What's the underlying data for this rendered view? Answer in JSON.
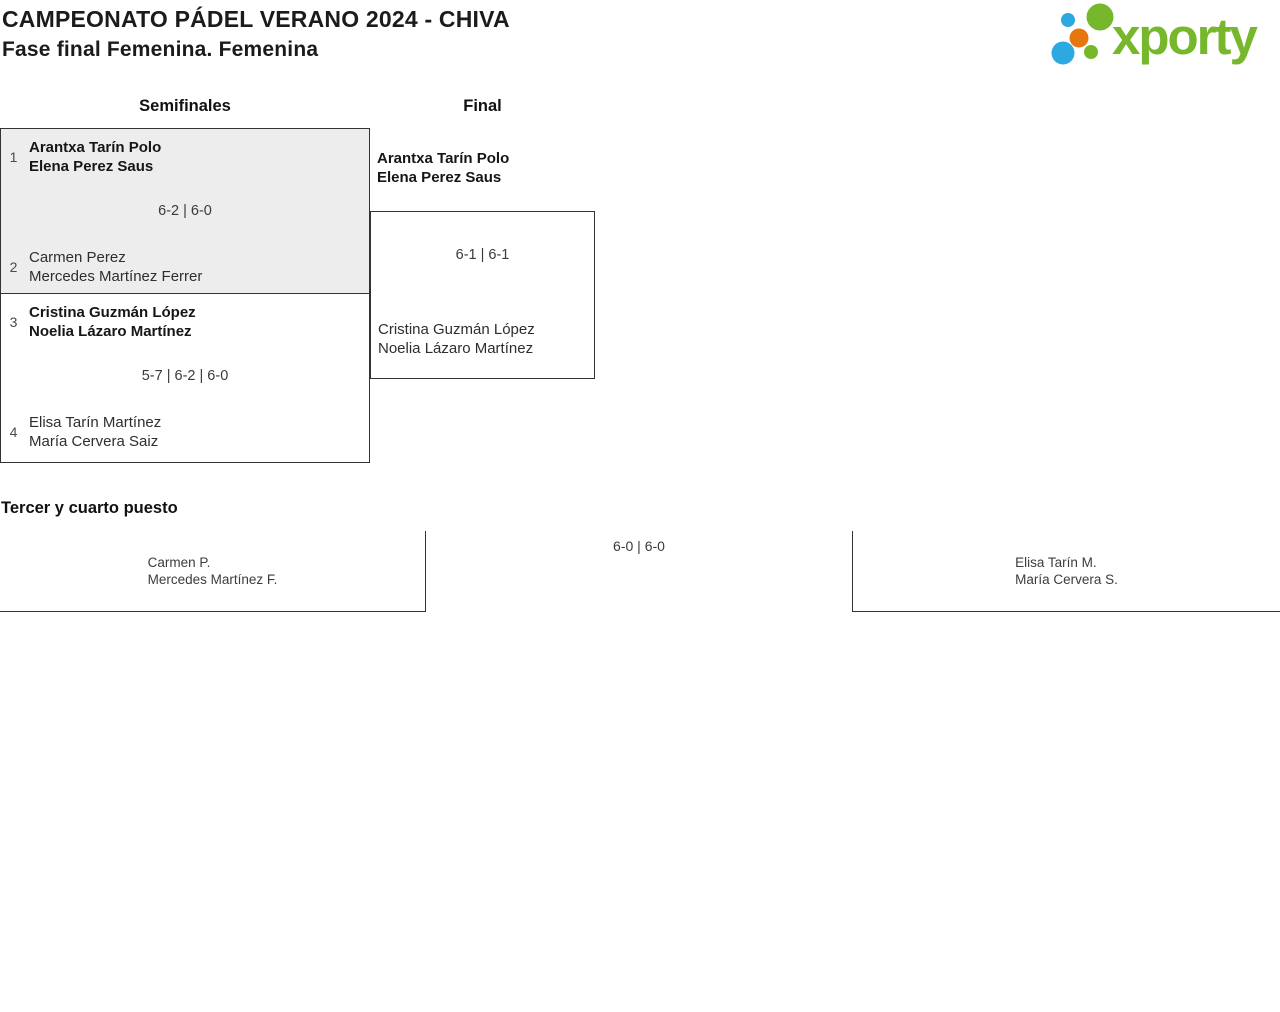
{
  "page": {
    "title": "CAMPEONATO PÁDEL VERANO 2024 - CHIVA",
    "subtitle": "Fase final Femenina. Femenina"
  },
  "logo": {
    "text": "xporty",
    "colors": {
      "green": "#76b72b",
      "blue": "#2da9e1",
      "orange": "#e8760e"
    }
  },
  "bracket": {
    "round_headers": {
      "semifinals": "Semifinales",
      "final": "Final"
    },
    "semifinals": [
      {
        "seed_top": "1",
        "team_top": [
          "Arantxa Tarín Polo",
          "Elena Perez Saus"
        ],
        "score": "6-2 | 6-0",
        "seed_bottom": "2",
        "team_bottom": [
          "Carmen Perez",
          "Mercedes Martínez Ferrer"
        ]
      },
      {
        "seed_top": "3",
        "team_top": [
          "Cristina Guzmán López",
          "Noelia Lázaro Martínez"
        ],
        "score": "5-7 | 6-2 | 6-0",
        "seed_bottom": "4",
        "team_bottom": [
          "Elisa Tarín Martínez",
          "María Cervera Saiz"
        ]
      }
    ],
    "final": {
      "winner": [
        "Arantxa Tarín Polo",
        "Elena Perez Saus"
      ],
      "score": "6-1 | 6-1",
      "runner_up": [
        "Cristina Guzmán López",
        "Noelia Lázaro Martínez"
      ]
    }
  },
  "third_place": {
    "heading": "Tercer y cuarto puesto",
    "team_left": [
      "Carmen P.",
      "Mercedes Martínez F."
    ],
    "score": "6-0 | 6-0",
    "team_right": [
      "Elisa Tarín M.",
      "María Cervera S."
    ]
  }
}
